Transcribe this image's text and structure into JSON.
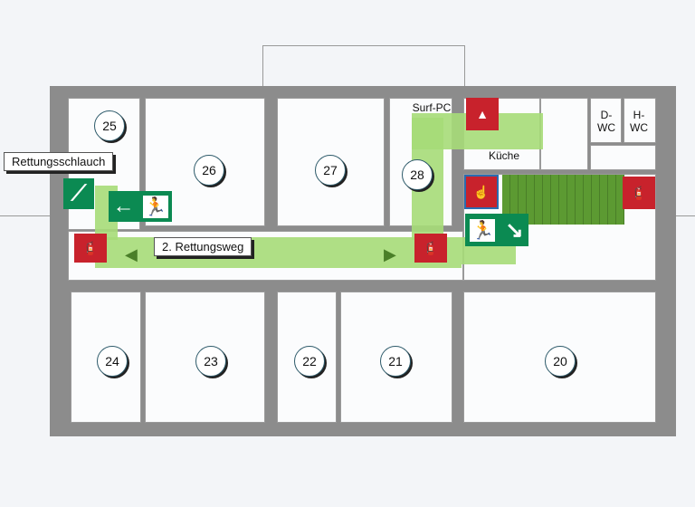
{
  "rooms": {
    "r25": "25",
    "r26": "26",
    "r27": "27",
    "r28": "28",
    "r24": "24",
    "r23": "23",
    "r22": "22",
    "r21": "21",
    "r20": "20"
  },
  "labels": {
    "rettungsschlauch": "Rettungsschlauch",
    "rettungsweg": "2. Rettungsweg",
    "surf_pc": "Surf-PC",
    "kueche": "Küche",
    "d_wc": "D-WC",
    "h_wc": "H-WC"
  },
  "colors": {
    "escape_route": "#a6dc78",
    "fire_sign": "#c8222c",
    "exit_sign": "#0b8a52",
    "wall": "#8c8c8c"
  },
  "icons": [
    "fire-extinguisher-icon",
    "fire-blanket-icon",
    "fire-alarm-button-icon",
    "emergency-exit-icon",
    "escape-chute-icon",
    "direction-arrow-icon"
  ]
}
